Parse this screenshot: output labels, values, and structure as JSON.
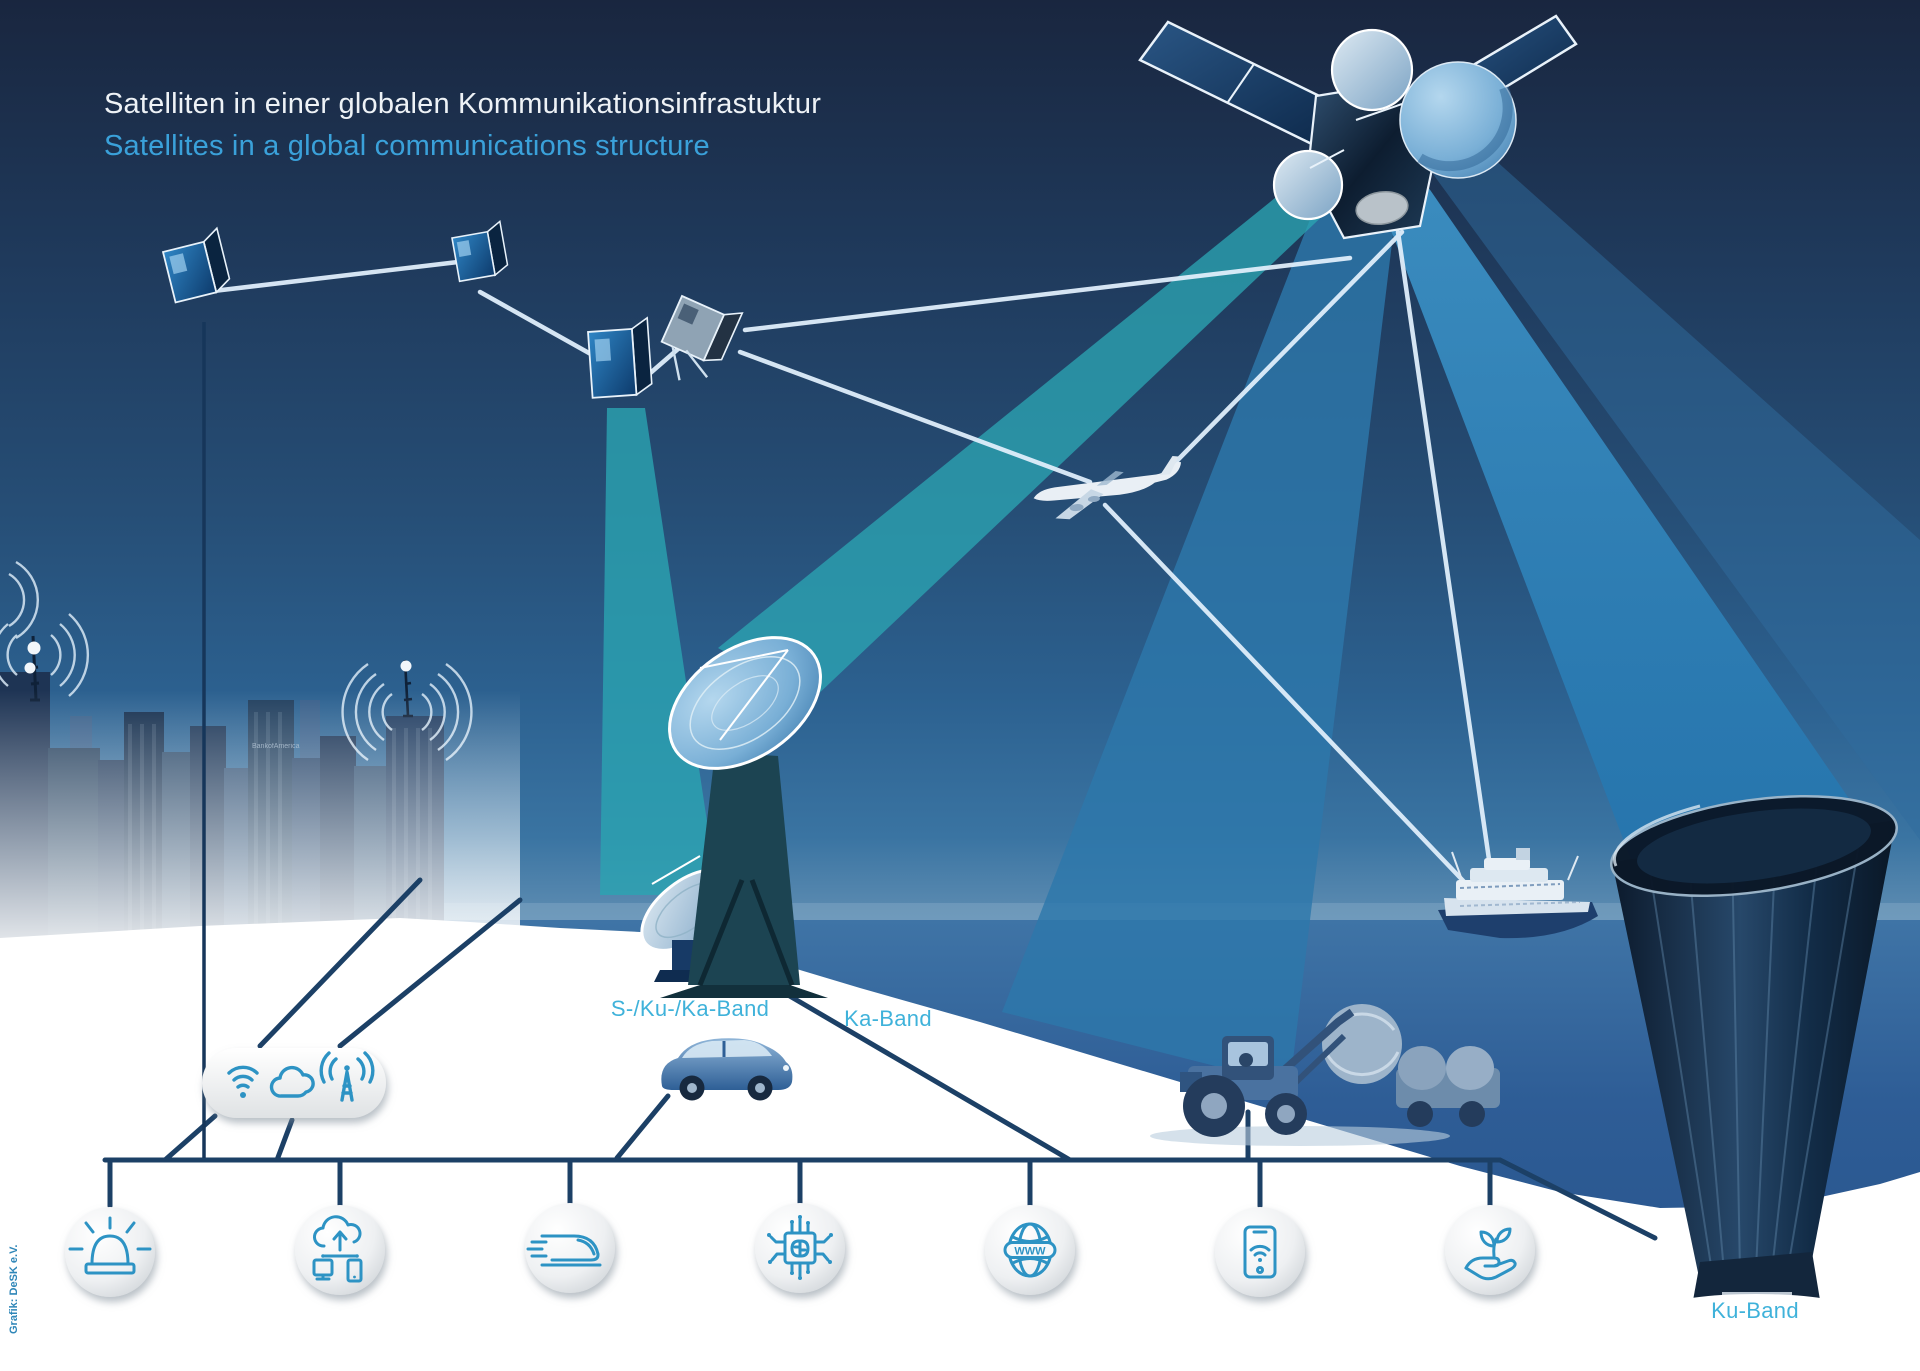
{
  "header": {
    "title_de": "Satelliten in einer globalen Kommunikationsinfrastuktur",
    "title_en": "Satellites in a global communications structure"
  },
  "labels": {
    "s_ku_ka_band": "S-/Ku-/Ka-Band",
    "ka_band": "Ka-Band",
    "ku_band": "Ku-Band",
    "www": "WWW",
    "building_sign": "BankofAmerica"
  },
  "credit": "Grafik: DeSK e.V.",
  "badge_icons": [
    {
      "name": "wifi-icon"
    },
    {
      "name": "cloud-icon"
    },
    {
      "name": "radio-antenna-icon"
    }
  ],
  "bottom_icons": [
    {
      "name": "emergency-siren-icon"
    },
    {
      "name": "cloud-devices-icon"
    },
    {
      "name": "high-speed-train-icon"
    },
    {
      "name": "ai-chip-icon"
    },
    {
      "name": "www-globe-icon"
    },
    {
      "name": "smartphone-wifi-icon"
    },
    {
      "name": "plant-hand-icon"
    }
  ],
  "scene_objects": [
    "large-satellite",
    "cubesat-constellation",
    "airplane",
    "cruise-ship",
    "city-skyline",
    "s-ku-ka-ground-station",
    "ka-ground-station",
    "ku-ground-station",
    "connected-car",
    "tractor-with-baler"
  ],
  "colors": {
    "accent_blue": "#39a1da",
    "label_cyan": "#3fb2da",
    "icon_blue": "#2d93c4",
    "connector_navy": "#1c4066",
    "beam_blue": "#2c7fb5",
    "beam_teal": "#2fa3b0",
    "sky_top": "#19263f",
    "sea": "#2d5d95"
  }
}
